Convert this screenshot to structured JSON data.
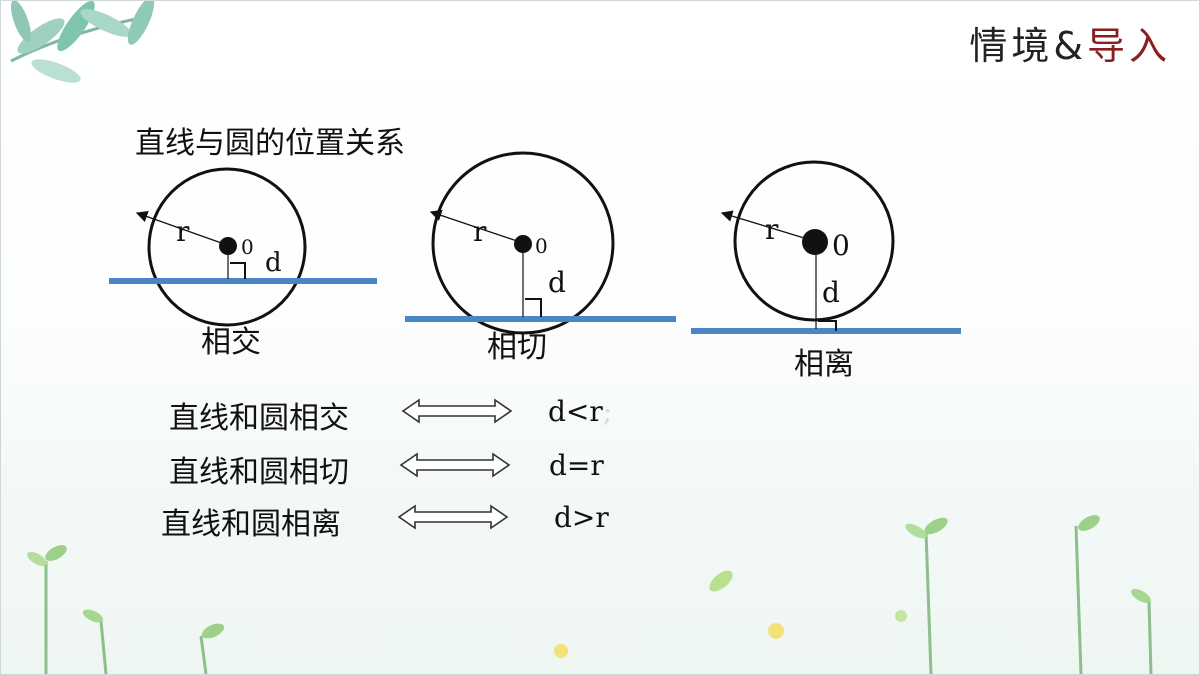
{
  "header": {
    "title_part1": "情境&",
    "title_part2": "导入"
  },
  "subtitle": "直线与圆的位置关系",
  "diagrams": [
    {
      "case_label": "相交",
      "radius_label": "r",
      "center_label": "0",
      "distance_label": "d"
    },
    {
      "case_label": "相切",
      "radius_label": "r",
      "center_label": "0",
      "distance_label": "d"
    },
    {
      "case_label": "相离",
      "radius_label": "r",
      "center_label": "0",
      "distance_label": "d"
    }
  ],
  "relations": [
    {
      "text": "直线和圆相交",
      "condition": "d<r",
      "condition_suffix": ";"
    },
    {
      "text": "直线和圆相切",
      "condition": "d=r"
    },
    {
      "text": "直线和圆相离",
      "condition": "d>r"
    }
  ],
  "colors": {
    "line": "#4a86c6",
    "title_accent": "#8b1e1e"
  }
}
